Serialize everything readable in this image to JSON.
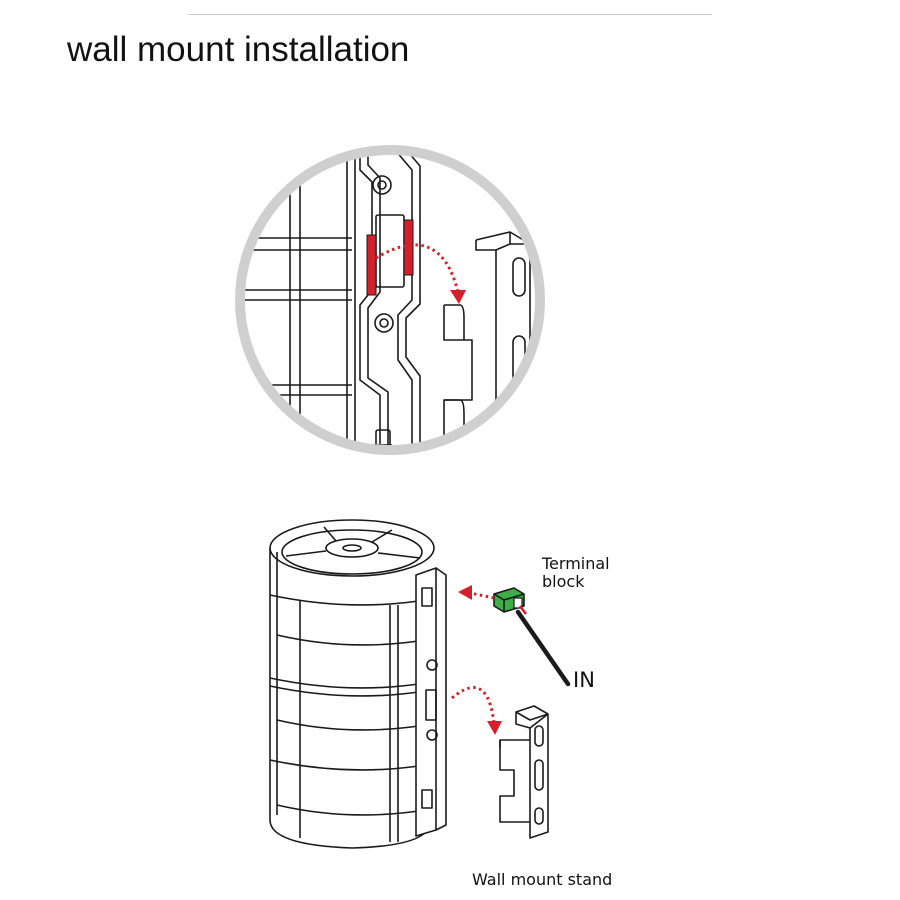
{
  "page": {
    "title": "wall mount installation"
  },
  "labels": {
    "terminal_line1": "Terminal",
    "terminal_line2": "block",
    "input": "IN",
    "stand": "Wall mount stand"
  },
  "colors": {
    "highlight_red": "#d4202b",
    "terminal_green": "#3fae49",
    "ring_gray": "#cfcfcf",
    "line": "#1a1a1a"
  },
  "icons": {
    "detail_arrow": "dotted-curved-arrow-icon",
    "terminal_arrow": "dotted-arrow-icon",
    "stand_arrow": "dotted-curved-arrow-icon"
  }
}
